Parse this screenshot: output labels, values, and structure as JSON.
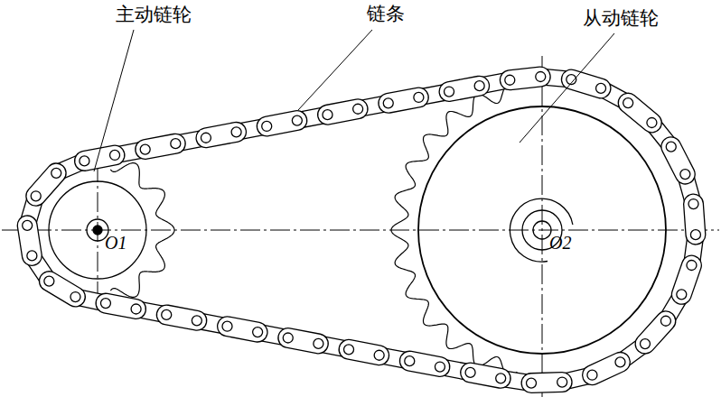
{
  "diagram": {
    "labels": [
      "主动链轮",
      "链条",
      "从动链轮",
      "O1",
      "O2"
    ]
  }
}
